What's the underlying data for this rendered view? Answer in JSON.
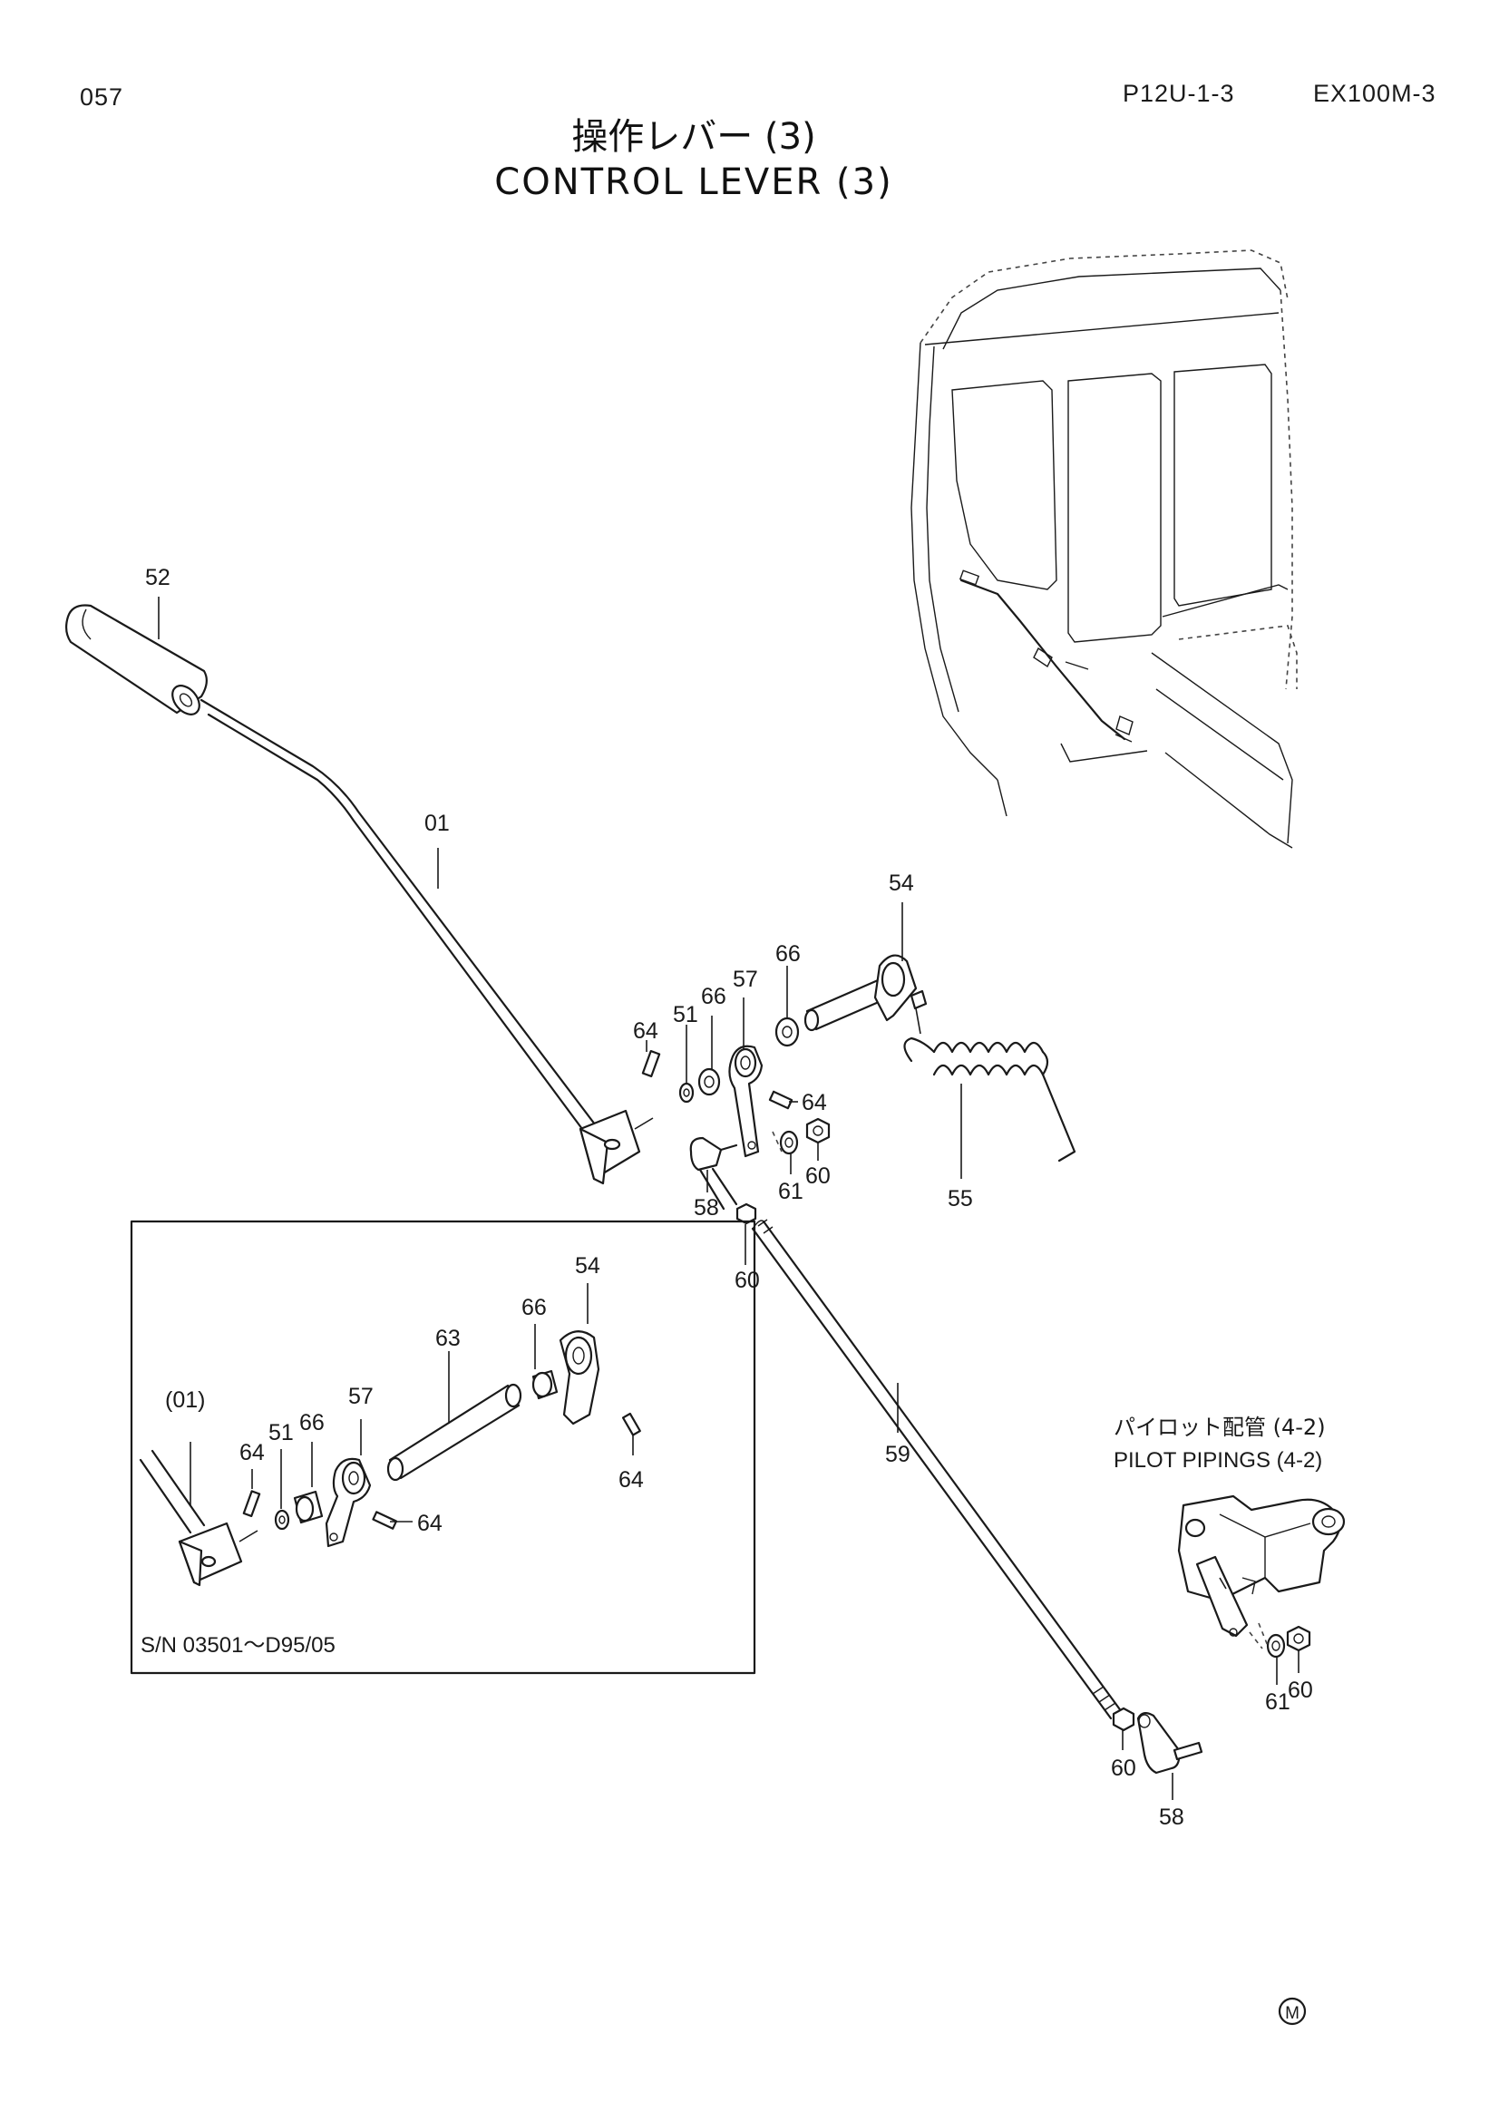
{
  "header": {
    "page_no": "057",
    "ref_code": "P12U-1-3",
    "model": "EX100M-3"
  },
  "title": {
    "jp": "操作レバー (3)",
    "en": "CONTROL LEVER (3)"
  },
  "callouts": {
    "main": {
      "c52": "52",
      "c01": "01",
      "c54": "54",
      "c66a": "66",
      "c57": "57",
      "c66b": "66",
      "c51": "51",
      "c64a": "64",
      "c64b": "64",
      "c60a": "60",
      "c61": "61",
      "c55": "55",
      "c58": "58",
      "c60b": "60",
      "c59": "59"
    },
    "valve": {
      "c60": "60",
      "c58": "58",
      "c61": "61",
      "c60b": "60"
    },
    "inset": {
      "c54": "54",
      "c66a": "66",
      "c63": "63",
      "c01": "(01)",
      "c57": "57",
      "c51": "51",
      "c66b": "66",
      "c64a": "64",
      "c64b": "64",
      "c64c": "64"
    }
  },
  "pilot_note": {
    "jp": "パイロット配管 (4-2)",
    "en": "PILOT PIPINGS (4-2)"
  },
  "inset_note": "S/N  03501～D95/05",
  "mark": "M"
}
